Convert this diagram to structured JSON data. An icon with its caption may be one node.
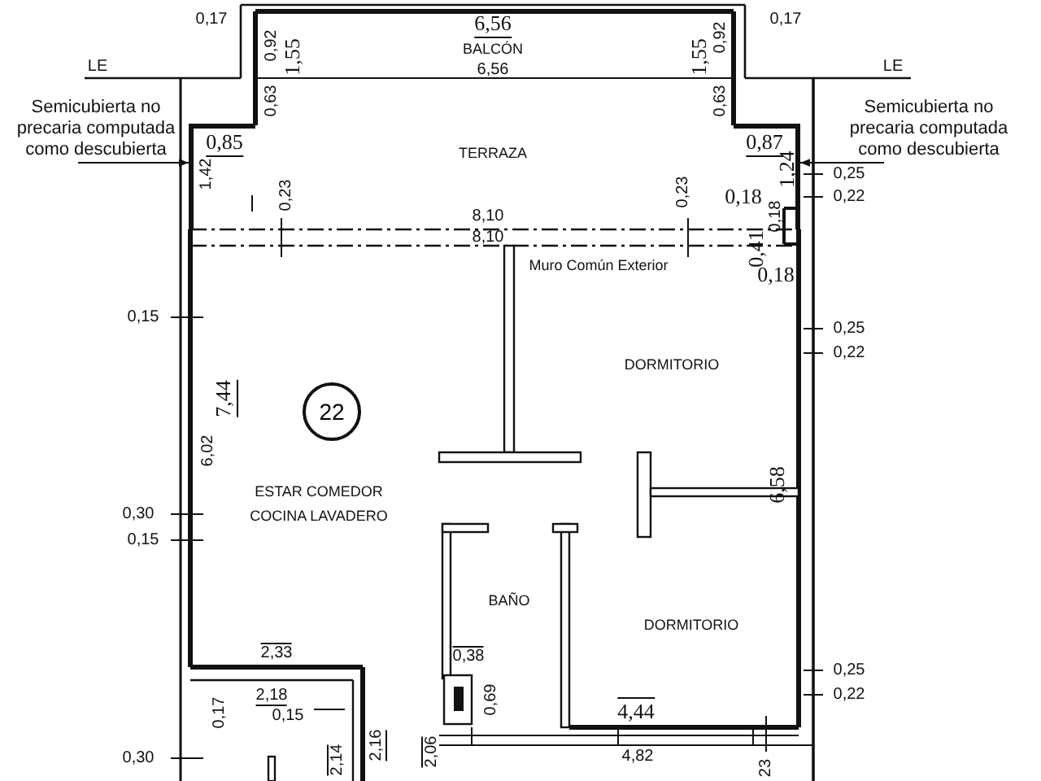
{
  "diagram": {
    "nodes": [
      {
        "text": [
          "Semicubierta no precaria computada como descubierta"
        ]
      },
      {
        "text": [],
        "shape": "box"
      },
      {
        "text": [
          "Semicubierta no precaria computada como descubierta"
        ]
      },
      {
        "text": [],
        "shape": "box"
      },
      {
        "text": [
          "22"
        ]
      }
    ],
    "edges": [
      {
        "from": 0,
        "to": 1,
        "arrow": "to"
      },
      {
        "from": 2,
        "to": 3,
        "arrow": "to"
      }
    ],
    "labels": [
      "0,17",
      "6,56",
      "0,92",
      "0,92",
      "0,17",
      "BALCÓN",
      "1,55",
      "1,55",
      "LE",
      "6,56",
      "LE",
      "0,63",
      "0,63",
      "0,85",
      "0,87",
      "TERRAZA",
      "1,42",
      "1,24",
      "0,25",
      "0,23",
      "0,23",
      "0,18",
      "0,22",
      "0,18",
      "8,10",
      "8,10",
      "0,41",
      "Muro Común Exterior",
      "0,18",
      "0,15",
      "0,25",
      "0,22",
      "DORMITORIO",
      "7,44",
      "6,02",
      "ESTAR COMEDOR COCINA LAVADERO",
      "6,58",
      "0,30",
      "0,15",
      "BAÑO",
      "DORMITORIO",
      "2,33",
      "0,38",
      "0,25",
      "2,18",
      "0,69",
      "0,22",
      "0,17",
      "0,15",
      "4,44",
      "2,16",
      "2,06",
      "0,30",
      "4,82",
      "2,14",
      "23"
    ]
  }
}
